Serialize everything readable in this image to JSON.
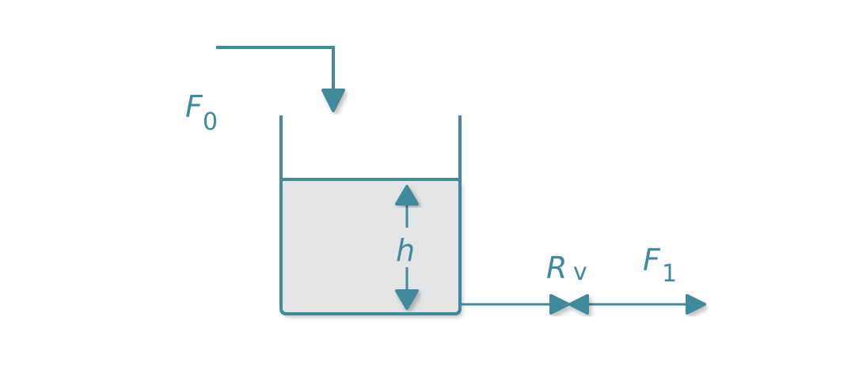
{
  "colors": {
    "stroke": "#3f8a9c",
    "liquid_fill": "#e3e4e6",
    "background": "#ffffff"
  },
  "labels": {
    "inflow": {
      "symbol": "F",
      "subscript": "0"
    },
    "level": {
      "symbol": "h"
    },
    "valve": {
      "symbol": "R",
      "subscript": "v"
    },
    "outflow": {
      "symbol": "F",
      "subscript": "1"
    }
  }
}
